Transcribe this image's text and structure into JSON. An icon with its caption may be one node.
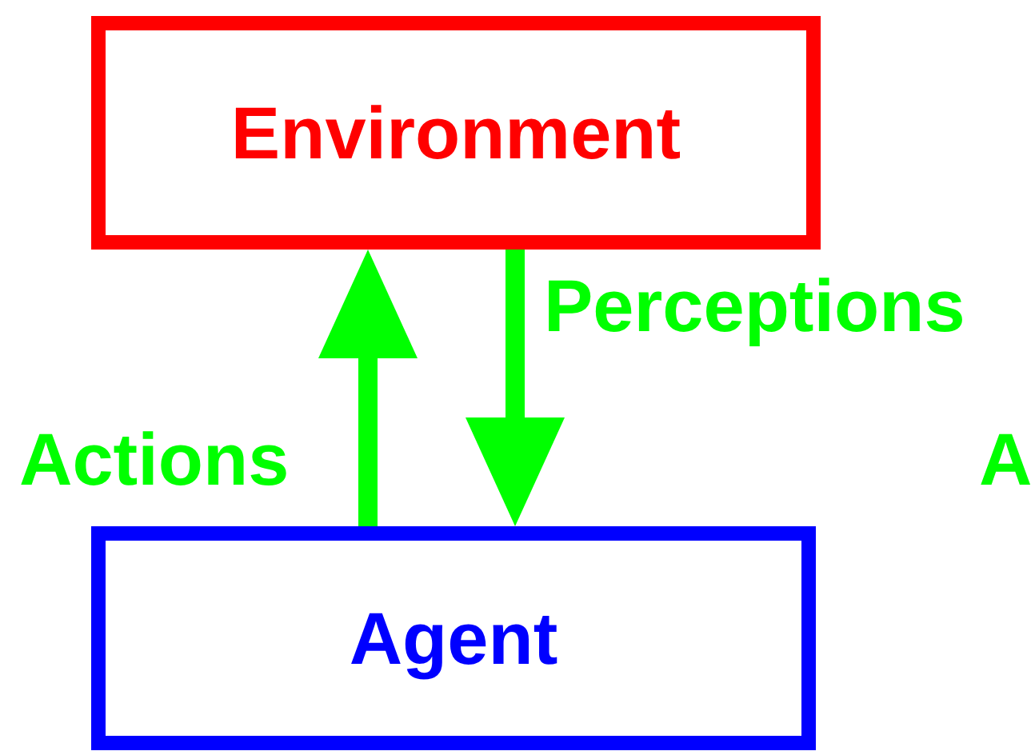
{
  "diagram": {
    "nodes": [
      {
        "text": [
          "Environment"
        ]
      },
      {
        "text": [
          "Agent"
        ]
      }
    ],
    "edges": [
      {
        "from": 1,
        "to": 0,
        "arrow": "to",
        "label": "Actions",
        "color": "#00ff00"
      },
      {
        "from": 0,
        "to": 1,
        "arrow": "to",
        "label": "Perceptions",
        "color": "#00ff00"
      }
    ],
    "labels": [
      "A"
    ]
  }
}
